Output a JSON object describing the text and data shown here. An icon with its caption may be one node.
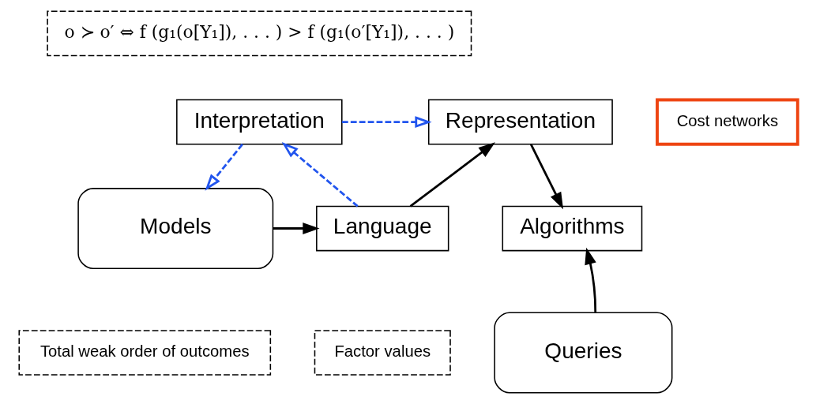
{
  "diagram": {
    "nodes": [
      {
        "text": [
          "o ≻ o′ ⇔ f (g₁(o[Y₁]), . . . ) > f (g₁(o′[Y₁]), . . . )"
        ]
      },
      {
        "text": [
          "Interpretation"
        ]
      },
      {
        "text": [
          "Representation"
        ]
      },
      {
        "text": [
          "Cost networks"
        ]
      },
      {
        "text": [
          "Models"
        ]
      },
      {
        "text": [
          "Language"
        ]
      },
      {
        "text": [
          "Algorithms"
        ]
      },
      {
        "text": [
          "Total weak order of outcomes"
        ]
      },
      {
        "text": [
          "Factor values"
        ]
      },
      {
        "text": [
          "Queries"
        ]
      }
    ],
    "edges": [
      {
        "from": 1,
        "to": 2,
        "arrow": "to",
        "style": "dashed",
        "color": "#2255ee"
      },
      {
        "from": 1,
        "to": 4,
        "arrow": "to",
        "style": "dashed",
        "color": "#2255ee"
      },
      {
        "from": 5,
        "to": 1,
        "arrow": "to",
        "style": "dashed",
        "color": "#2255ee"
      },
      {
        "from": 4,
        "to": 5,
        "arrow": "to"
      },
      {
        "from": 5,
        "to": 2,
        "arrow": "to"
      },
      {
        "from": 2,
        "to": 6,
        "arrow": "to"
      },
      {
        "from": 9,
        "to": 6,
        "arrow": "to"
      }
    ]
  }
}
